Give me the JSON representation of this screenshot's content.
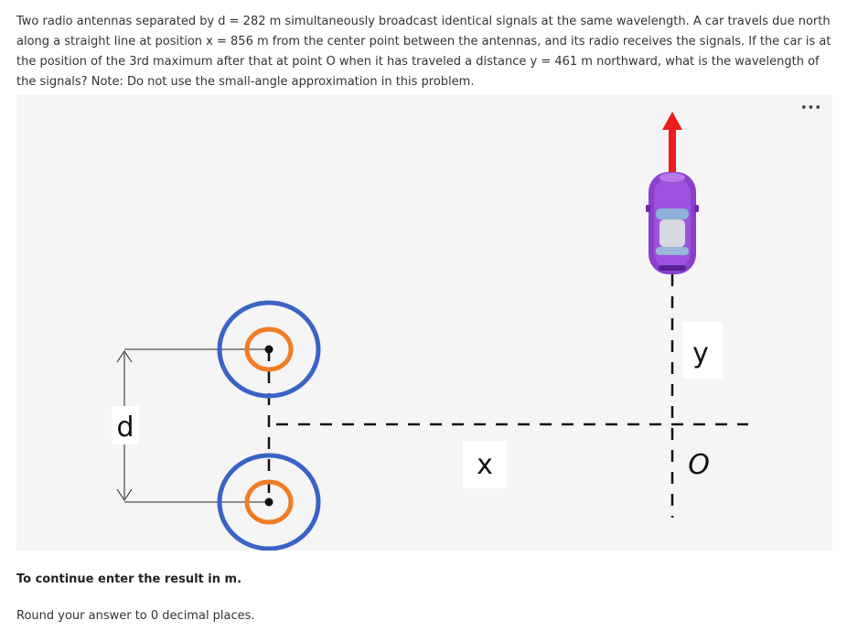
{
  "problem": {
    "text": "Two radio antennas separated by d = 282 m simultaneously broadcast identical signals at the same wavelength. A car travels due north along a straight line at position x = 856 m from the center point between the antennas, and its radio receives the signals. If the car is at the position of the 3rd maximum after that at point O when it has traveled a distance y = 461 m northward, what is the wavelength of the signals? Note: Do not use the small-angle approximation in this problem."
  },
  "figure": {
    "more_icon": "more-horizontal-icon",
    "labels": {
      "d": "d",
      "x": "x",
      "y": "y",
      "origin": "O"
    },
    "colors": {
      "outer_ring": "#3a63c6",
      "inner_ring": "#f07c25",
      "car_body": "#8a3fcf",
      "arrow": "#ee1c1c"
    }
  },
  "instruction": "To continue enter the result in m.",
  "rounding_note": "Round your answer to 0 decimal places."
}
